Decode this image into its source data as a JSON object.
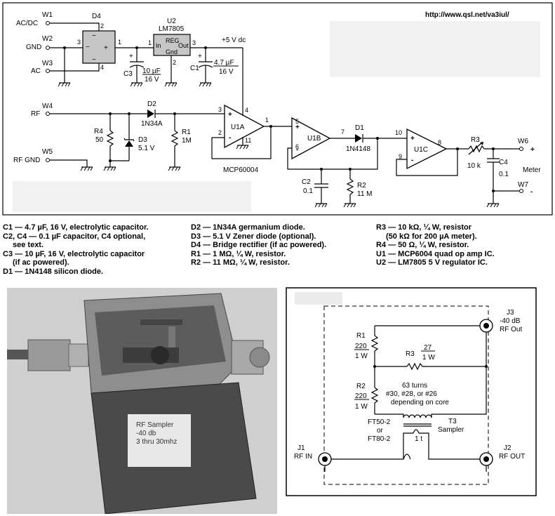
{
  "url": "http://www.qsl.net/va3iul/",
  "schematic": {
    "terminals": {
      "w1": {
        "id": "W1",
        "name": "AC/DC"
      },
      "w2": {
        "id": "W2",
        "name": "GND"
      },
      "w3": {
        "id": "W3",
        "name": "AC"
      },
      "w4": {
        "id": "W4",
        "name": "RF"
      },
      "w5": {
        "id": "W5",
        "name": "RF GND"
      },
      "w6": {
        "id": "W6",
        "sign": "+"
      },
      "w7": {
        "id": "W7",
        "sign": "-"
      },
      "meter": "Meter"
    },
    "d4": {
      "ref": "D4",
      "pins": [
        "1",
        "2",
        "3",
        "4"
      ]
    },
    "u2": {
      "ref": "U2",
      "type": "LM7805",
      "in": "In",
      "reg": "REG",
      "out": "Out",
      "gnd": "Gnd",
      "pins": [
        "1",
        "2",
        "3"
      ]
    },
    "supply": "+5 V dc",
    "c3": {
      "ref": "C3",
      "value": "10 µF",
      "voltage": "16 V",
      "polarity": "+"
    },
    "c1": {
      "ref": "C1",
      "value": "4.7 µF",
      "voltage": "16 V",
      "polarity": "+"
    },
    "d2": {
      "ref": "D2",
      "part": "1N34A"
    },
    "d3": {
      "ref": "D3",
      "value": "5.1 V"
    },
    "r4": {
      "ref": "R4",
      "value": "50"
    },
    "r1": {
      "ref": "R1",
      "value": "1M"
    },
    "u1a": {
      "ref": "U1A",
      "plus": "+",
      "minus": "-",
      "pins": [
        "3",
        "2",
        "4",
        "1",
        "11"
      ],
      "part": "MCP60004"
    },
    "u1b": {
      "ref": "U1B",
      "plus": "+",
      "minus": "-",
      "pins": [
        "5",
        "6",
        "7"
      ]
    },
    "d1": {
      "ref": "D1",
      "part": "1N4148"
    },
    "c2": {
      "ref": "C2",
      "value": "0.1"
    },
    "r2": {
      "ref": "R2",
      "value": "11 M"
    },
    "u1c": {
      "ref": "U1C",
      "plus": "+",
      "minus": "-",
      "pins": [
        "10",
        "9",
        "8"
      ]
    },
    "r3": {
      "ref": "R3",
      "value": "10 k"
    },
    "c4": {
      "ref": "C4",
      "value": "0.1"
    }
  },
  "parts_list": {
    "col1": [
      "C1 — 4.7 µF, 16 V, electrolytic capacitor.",
      "C2, C4 — 0.1 µF capacitor, C4 optional,",
      "see text.",
      "C3 — 10 µF, 16 V, electrolytic capacitor",
      "(if ac powered).",
      "D1 — 1N4148 silicon diode."
    ],
    "col2": [
      "D2 — 1N34A germanium diode.",
      "D3 — 5.1 V Zener diode (optional).",
      "D4 — Bridge rectifier (if ac powered).",
      "R1 — 1 MΩ, ¼ W, resistor.",
      "R2 — 11 MΩ, ¼ W, resistor."
    ],
    "col3": [
      "R3 — 10 kΩ, ¼ W, resistor",
      "(50 kΩ for 200 µA meter).",
      "R4 — 50 Ω, ¼ W, resistor.",
      "U1 — MCP6004 quad op amp IC.",
      "U2 — LM7805 5 V regulator IC."
    ]
  },
  "photo_label": [
    "RF Sampler",
    "-40 db",
    "3 thru 30mhz"
  ],
  "sampler": {
    "j3": {
      "ref": "J3",
      "lines": [
        "-40 dB",
        "RF Out"
      ]
    },
    "r1": {
      "ref": "R1",
      "value": "220",
      "power": "1 W"
    },
    "r3": {
      "ref": "R3",
      "value": "27",
      "power": "1 W"
    },
    "r2": {
      "ref": "R2",
      "value": "220",
      "power": "1 W"
    },
    "winding": [
      "63 turns",
      "#30, #28, or #26",
      "depending on core"
    ],
    "core": [
      "FT50-2",
      "or",
      "FT80-2"
    ],
    "t3": {
      "ref": "T3",
      "name": "Sampler"
    },
    "primary": "1 t",
    "j1": {
      "ref": "J1",
      "name": "RF IN"
    },
    "j2": {
      "ref": "J2",
      "name": "RF OUT"
    }
  }
}
